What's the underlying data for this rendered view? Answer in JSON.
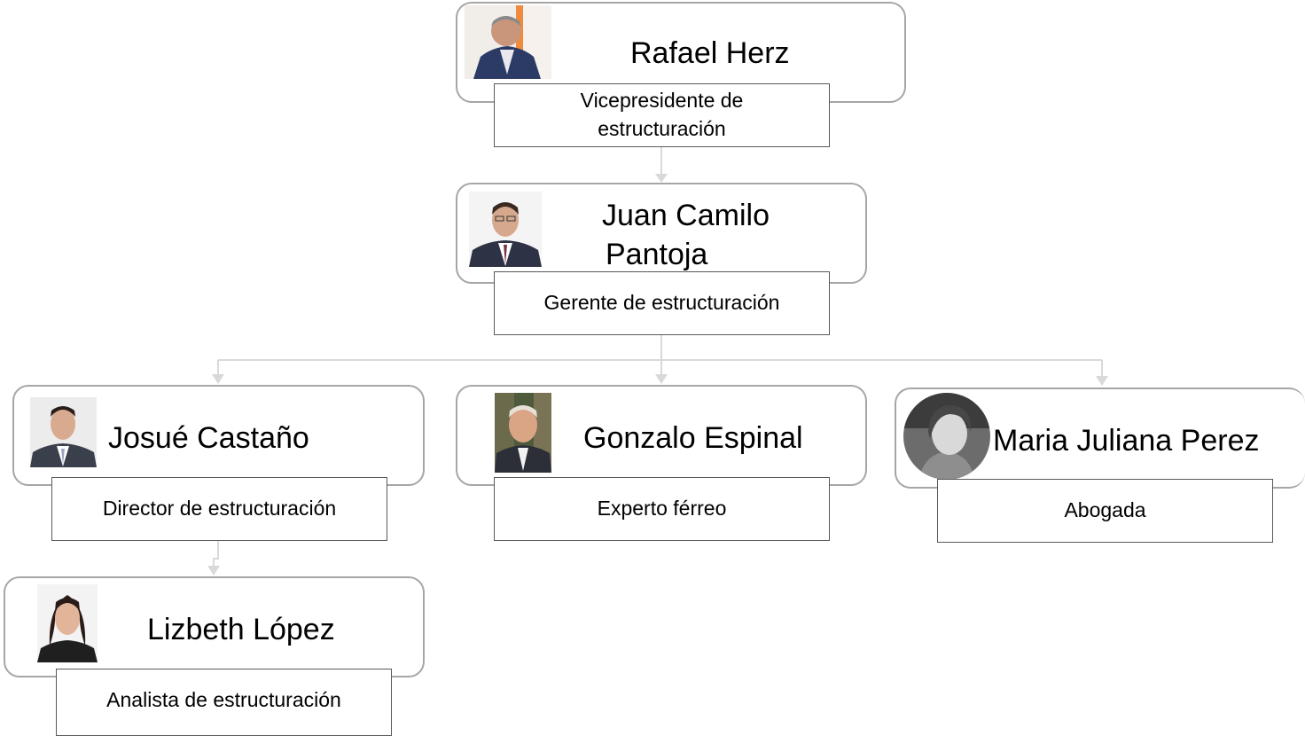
{
  "people": [
    {
      "id": "rafael",
      "name": "Rafael Herz",
      "role": "Vicepresidente de estructuración"
    },
    {
      "id": "juan",
      "name_line1": "Juan Camilo",
      "name_line2": "Pantoja",
      "role": "Gerente de estructuración"
    },
    {
      "id": "josue",
      "name": "Josué Castaño",
      "role": "Director de estructuración"
    },
    {
      "id": "gonzalo",
      "name": "Gonzalo Espinal",
      "role": "Experto férreo"
    },
    {
      "id": "maria",
      "name": "Maria Juliana Perez",
      "role": "Abogada"
    },
    {
      "id": "lizbeth",
      "name": "Lizbeth López",
      "role": "Analista de estructuración"
    }
  ],
  "colors": {
    "connector": "#d9d9d9",
    "card_border": "#a6a6a6",
    "role_border": "#595959"
  }
}
